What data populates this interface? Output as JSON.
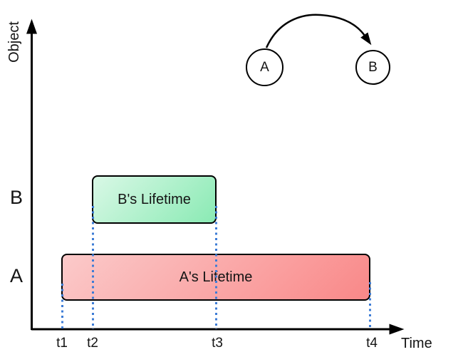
{
  "diagram_type": "object-lifetime-timeline",
  "axes": {
    "y_label": "Object",
    "x_label": "Time"
  },
  "y_categories": [
    "B",
    "A"
  ],
  "x_ticks": [
    "t1",
    "t2",
    "t3",
    "t4"
  ],
  "bars": [
    {
      "object": "B",
      "label": "B's Lifetime",
      "start_tick": "t2",
      "end_tick": "t3",
      "fill_from": "#d9f8e6",
      "fill_to": "#8aeab4"
    },
    {
      "object": "A",
      "label": "A's Lifetime",
      "start_tick": "t1",
      "end_tick": "t4",
      "fill_from": "#fbcaca",
      "fill_to": "#f98888"
    }
  ],
  "relationship": {
    "from_node": "A",
    "to_node": "B",
    "meaning": "A references B"
  },
  "colors": {
    "stroke": "#000000",
    "guide_dotted": "#3d7cd6",
    "background": "#ffffff"
  },
  "chart_data": {
    "type": "bar",
    "orientation": "horizontal-gantt",
    "categories": [
      "B",
      "A"
    ],
    "series": [
      {
        "name": "B's Lifetime",
        "start": "t2",
        "end": "t3"
      },
      {
        "name": "A's Lifetime",
        "start": "t1",
        "end": "t4"
      }
    ],
    "x_ticks": [
      "t1",
      "t2",
      "t3",
      "t4"
    ],
    "xlabel": "Time",
    "ylabel": "Object",
    "grid": false,
    "legend": false
  }
}
